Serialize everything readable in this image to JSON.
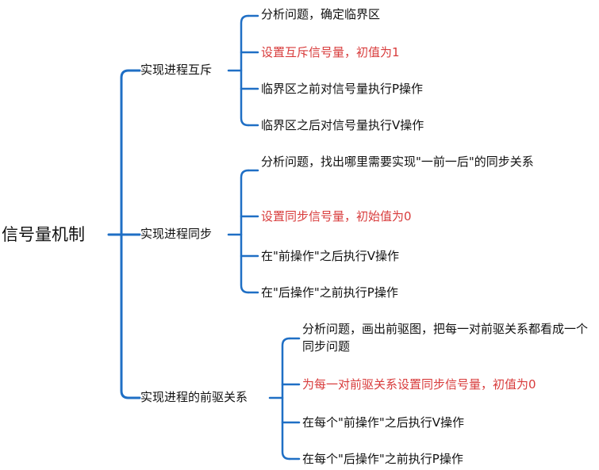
{
  "colors": {
    "connector": "#1f6fc5",
    "highlight_text": "#d83b3b",
    "normal_text": "#111111"
  },
  "root": {
    "label": "信号量机制"
  },
  "branches": [
    {
      "label": "实现进程互斥",
      "children": [
        {
          "label": "分析问题，确定临界区",
          "highlight": false
        },
        {
          "label": "设置互斥信号量，初值为1",
          "highlight": true
        },
        {
          "label": "临界区之前对信号量执行P操作",
          "highlight": false
        },
        {
          "label": "临界区之后对信号量执行V操作",
          "highlight": false
        }
      ]
    },
    {
      "label": "实现进程同步",
      "children": [
        {
          "label": "分析问题，找出哪里需要实现\"一前一后\"的同步关系",
          "highlight": false
        },
        {
          "label": "设置同步信号量，初始值为0",
          "highlight": true
        },
        {
          "label": "在\"前操作\"之后执行V操作",
          "highlight": false
        },
        {
          "label": "在\"后操作\"之前执行P操作",
          "highlight": false
        }
      ]
    },
    {
      "label": "实现进程的前驱关系",
      "children": [
        {
          "label": "分析问题，画出前驱图，把每一对前驱关系都看成一个同步问题",
          "highlight": false
        },
        {
          "label": "为每一对前驱关系设置同步信号量，初值为0",
          "highlight": true
        },
        {
          "label": "在每个\"前操作\"之后执行V操作",
          "highlight": false
        },
        {
          "label": "在每个\"后操作\"之前执行P操作",
          "highlight": false
        }
      ]
    }
  ]
}
